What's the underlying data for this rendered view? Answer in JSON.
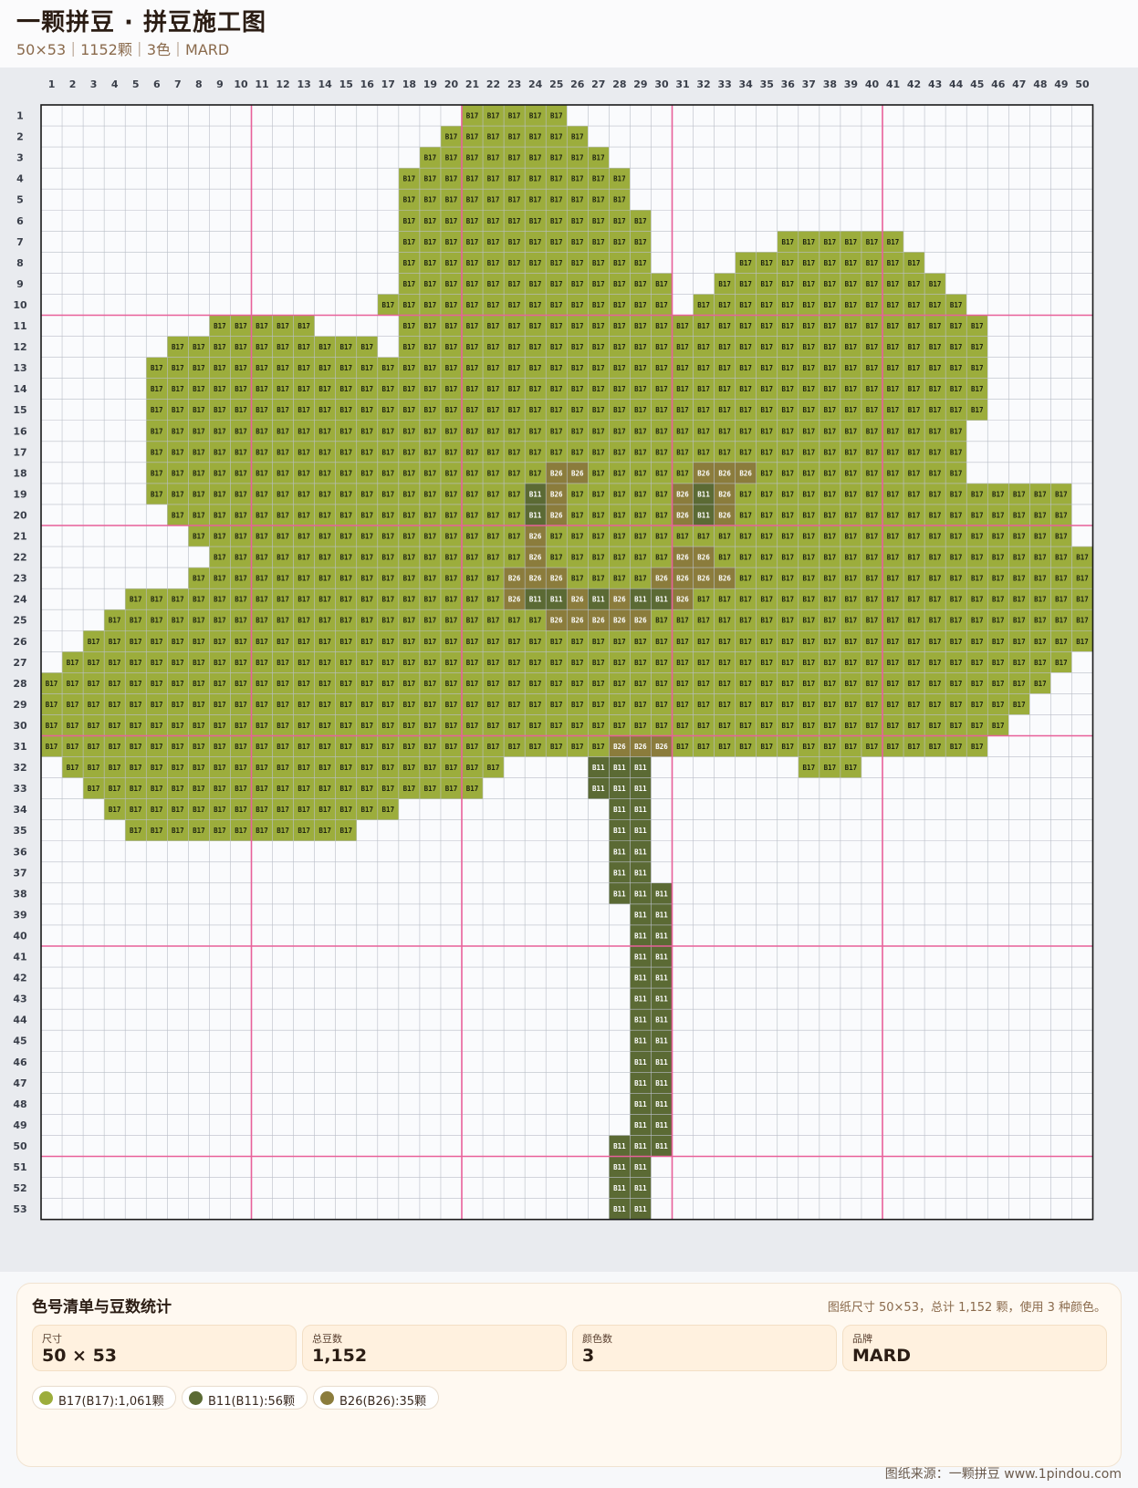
{
  "header": {
    "title": "一颗拼豆 · 拼豆施工图",
    "subtitle": "50×53｜1152颗｜3色｜MARD"
  },
  "pattern": {
    "cols": 50,
    "rows": 53,
    "palette": {
      "a": {
        "code": "B17",
        "color": "#9cad3c"
      },
      "b": {
        "code": "B11",
        "color": "#5b6a34"
      },
      "c": {
        "code": "B26",
        "color": "#8b7c3c"
      }
    },
    "cells": [
      "....................aaaaa.........................",
      "...................aaaaaaa........................",
      "..................aaaaaaaaa.......................",
      ".................aaaaaaaaaaa......................",
      ".................aaaaaaaaaaa......................",
      ".................aaaaaaaaaaaa.....................",
      ".................aaaaaaaaaaaa......aaaaaa........",
      ".................aaaaaaaaaaaa....aaaaaaaaa.......",
      ".................aaaaaaaaaaaaa..aaaaaaaaaaa.......",
      "................aaaaaaaaaaaaaa.aaaaaaaaaaaaa......",
      "........aaaaa....aaaaaaaaaaaaaaaaaaaaaaaaaaaa.....",
      "......aaaaaaaaaa.aaaaaaaaaaaaaaaaaaaaaaaaaaaa.....",
      ".....aaaaaaaaaaaaaaaaaaaaaaaaaaaaaaaaaaaaaaaa.....",
      ".....aaaaaaaaaaaaaaaaaaaaaaaaaaaaaaaaaaaaaaaa.....",
      ".....aaaaaaaaaaaaaaaaaaaaaaaaaaaaaaaaaaaaaaaa.....",
      ".....aaaaaaaaaaaaaaaaaaaaaaaaaaaaaaaaaaaaaaa......",
      ".....aaaaaaaaaaaaaaaaaaaaaaaaaaaaaaaaaaaaaaa......",
      ".....aaaaaaaaaaaaaaaaaaaccaaaaacccaaaaaaaaaa......",
      ".....aaaaaaaaaaaaaaaaaabcaaaaacbcaaaaaaaaaaaaaaaa..",
      "......aaaaaaaaaaaaaaaaabcaaaaacbcaaaaaaaaaaaaaaaa.",
      ".......aaaaaaaaaaaaaaaacaaaaaaaaaaaaaaaaaaaaaaaaa.",
      "........aaaaaaaaaaaaaaacaaaaaaccaaaaaaaaaaaaaaaaaa",
      ".......aaaaaaaaaaaaaaacccaaaaccccaaaaaaaaaaaaaaaaa",
      "....aaaaaaaaaaaaaaaaaacbbcbcbbcaaaaaaaaaaaaaaaaaaa",
      "...aaaaaaaaaaaaaaaaaaaaacccccaaaaaaaaaaaaaaaaaaaaa",
      "..aaaaaaaaaaaaaaaaaaaaaaaaaaaaaaaaaaaaaaaaaaaaaaaa",
      ".aaaaaaaaaaaaaaaaaaaaaaaaaaaaaaaaaaaaaaaaaaaaaaaa.",
      "aaaaaaaaaaaaaaaaaaaaaaaaaaaaaaaaaaaaaaaaaaaaaaaa..",
      "aaaaaaaaaaaaaaaaaaaaaaaaaaaaaaaaaaaaaaaaaaaaaaa...",
      "aaaaaaaaaaaaaaaaaaaaaaaaaaaaaaaaaaaaaaaaaaaaaa....",
      "aaaaaaaaaaaaaaaaaaaaaaaaaaacccaaaaaaaaaaaaaaa.....",
      ".aaaaaaaaaaaaaaaaaaaaa....bbb.......aaa...........",
      "..aaaaaaaaaaaaaaaaaaa.....bbb.....................",
      "...aaaaaaaaaaaaaa..........bb.....................",
      "....aaaaaaaaaaa............bb.....................",
      "...........................bb.....................",
      "...........................bb.....................",
      "...........................bbb....................",
      "............................bb....................",
      "............................bb....................",
      "............................bb....................",
      "............................bb....................",
      "............................bb....................",
      "............................bb....................",
      "............................bb....................",
      "............................bb....................",
      "............................bb....................",
      "............................bb....................",
      "............................bb....................",
      "...........................bbb....................",
      "...........................bb.....................",
      "...........................bb.....................",
      "...........................bb....................."
    ]
  },
  "legend": {
    "title": "色号清单与豆数统计",
    "summary": "图纸尺寸 50×53，总计 1,152 颗，使用 3 种颜色。",
    "stats": [
      {
        "label": "尺寸",
        "value": "50 × 53"
      },
      {
        "label": "总豆数",
        "value": "1,152"
      },
      {
        "label": "颜色数",
        "value": "3"
      },
      {
        "label": "品牌",
        "value": "MARD"
      }
    ],
    "chips": [
      {
        "label": "B17(B17):1,061颗",
        "color": "#9cad3c"
      },
      {
        "label": "B11(B11):56颗",
        "color": "#5b6a34"
      },
      {
        "label": "B26(B26):35颗",
        "color": "#8b7c3c"
      }
    ]
  },
  "footer": {
    "source": "图纸来源：一颗拼豆 www.1pindou.com"
  }
}
